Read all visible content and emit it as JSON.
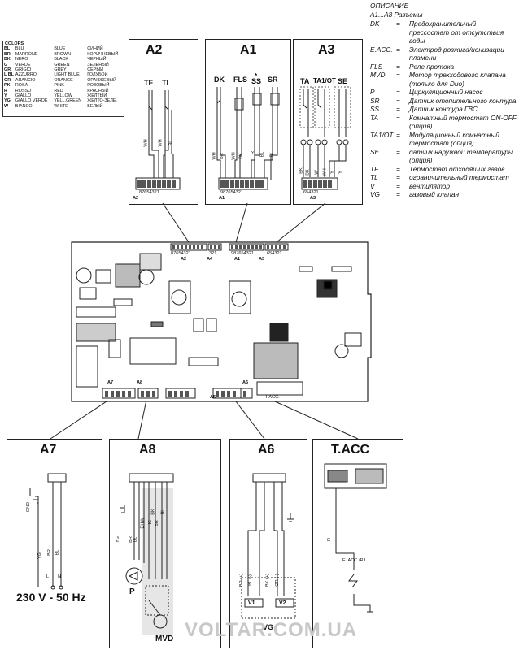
{
  "colors_table": {
    "title": "COLORS",
    "rows": [
      [
        "BL",
        "BLU",
        "BLUE",
        "СИНИЙ"
      ],
      [
        "BR",
        "MARRONE",
        "BROWN",
        "КОРИЧНЕВЫЙ"
      ],
      [
        "BK",
        "NERO",
        "BLACK",
        "ЧЕРНЫЙ"
      ],
      [
        "G",
        "VERDE",
        "GREEN",
        "ЗЕЛЕНЫЙ"
      ],
      [
        "GR",
        "GRIGIO",
        "GREY",
        "СЕРЫЙ"
      ],
      [
        "L BL",
        "AZZURRO",
        "LIGHT BLUE",
        "ГОЛУБОЙ"
      ],
      [
        "OR",
        "ARANCIO",
        "ORANGE",
        "ОРАНЖЕВЫЙ"
      ],
      [
        "PK",
        "ROSA",
        "PINK",
        "РОЗОВЫЙ"
      ],
      [
        "R",
        "ROSSO",
        "RED",
        "КРАСНЫЙ"
      ],
      [
        "Y",
        "GIALLO",
        "YELLOW",
        "ЖЕЛТЫЙ"
      ],
      [
        "YG",
        "GIALLO VERDE",
        "YELL.GREEN",
        "ЖЕЛТО-ЗЕЛЕ."
      ],
      [
        "W",
        "BIANCO",
        "WHITE",
        "БЕЛЫЙ"
      ]
    ]
  },
  "legend": {
    "title": "ОПИСАНИЕ",
    "subtitle": "A1...A8 Разъемы",
    "items": [
      {
        "k": "DK",
        "d": "Предохранительный прессостат от отсутствия воды"
      },
      {
        "k": "E.ACC.",
        "d": "Электрод розжига/ионизации пламени"
      },
      {
        "k": "FLS",
        "d": "Реле протока"
      },
      {
        "k": "MVD",
        "d": "Мотор трехходового клапана (только для Duo)"
      },
      {
        "k": "P",
        "d": "Циркуляционный насос"
      },
      {
        "k": "SR",
        "d": "Датчик отопительного контура"
      },
      {
        "k": "SS",
        "d": "Датчик контура ГВС"
      },
      {
        "k": "TA",
        "d": "Комнатный термостат ON-OFF (опция)"
      },
      {
        "k": "TA1/OT",
        "d": "Модуляционный комнатный термостат (опция)"
      },
      {
        "k": "SE",
        "d": "датчик наружной температуры (опция)"
      },
      {
        "k": "TF",
        "d": "Термостат отходящих газов"
      },
      {
        "k": "TL",
        "d": "ограничительный термостат"
      },
      {
        "k": "V",
        "d": "вентилятор"
      },
      {
        "k": "VG",
        "d": "газовый клапан"
      }
    ]
  },
  "boxes": {
    "a2": {
      "title": "A2",
      "labels": [
        "TF",
        "TL"
      ],
      "wires": [
        "WH",
        "WH",
        "BL"
      ],
      "pins": "87654321",
      "tag": "A2"
    },
    "a1": {
      "title": "A1",
      "labels": [
        "DK",
        "FLS",
        "SS",
        "SR"
      ],
      "star": "*",
      "wires": [
        "WH",
        "BR",
        "WH",
        "BK",
        "R",
        "BL",
        "BL"
      ],
      "pins": "987654321",
      "tag": "A1"
    },
    "a3": {
      "title": "A3",
      "labels": [
        "TA",
        "TA1/OT",
        "SE"
      ],
      "wires": [
        "BK",
        "BK",
        "W",
        "WH",
        "Y",
        "Y"
      ],
      "pins": "654321",
      "tag": "A3"
    },
    "a7": {
      "title": "A7",
      "gnd": "GND",
      "wires": [
        "YG",
        "BR",
        "BL"
      ],
      "terms": [
        "L",
        "N"
      ],
      "voltage": "230 V - 50 Hz"
    },
    "a8": {
      "title": "A8",
      "wires": [
        "YG",
        "BR",
        "BL",
        "DHW",
        "HC",
        "BR",
        "BK",
        "BL"
      ],
      "p": "P",
      "mvd": "MVD"
    },
    "a6": {
      "title": "A6",
      "wires": [
        "BR (+)",
        "BL (-)",
        "BK (+)",
        "OR (-)"
      ],
      "v": [
        "V1",
        "V2"
      ],
      "vg": "VG"
    },
    "tacc": {
      "title": "T.ACC",
      "wire": "R",
      "label": "E. ACC./RIL."
    }
  },
  "board": {
    "connectors": [
      "A2",
      "A4",
      "A1",
      "A3",
      "A7",
      "A8",
      "A5",
      "A6",
      "T.ACC."
    ],
    "pins_a2": "87654321",
    "pins_a4": "321",
    "pins_a1": "987654321",
    "pins_a3": "654321"
  },
  "watermark": "VOLTAR.COM.UA"
}
